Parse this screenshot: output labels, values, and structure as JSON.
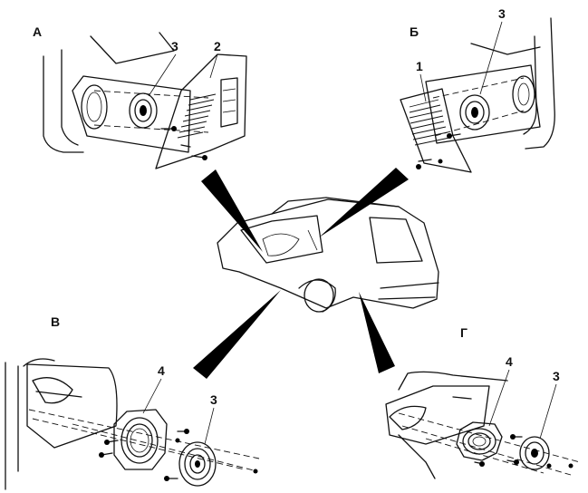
{
  "panels": {
    "a": {
      "letter": "А"
    },
    "b": {
      "letter": "Б"
    },
    "v": {
      "letter": "В"
    },
    "g": {
      "letter": "Г"
    }
  },
  "callouts": {
    "a_speaker": "3",
    "a_grille": "2",
    "b_speaker": "3",
    "b_grille": "1",
    "v_adapter": "4",
    "v_speaker": "3",
    "g_adapter": "4",
    "g_speaker": "3"
  }
}
